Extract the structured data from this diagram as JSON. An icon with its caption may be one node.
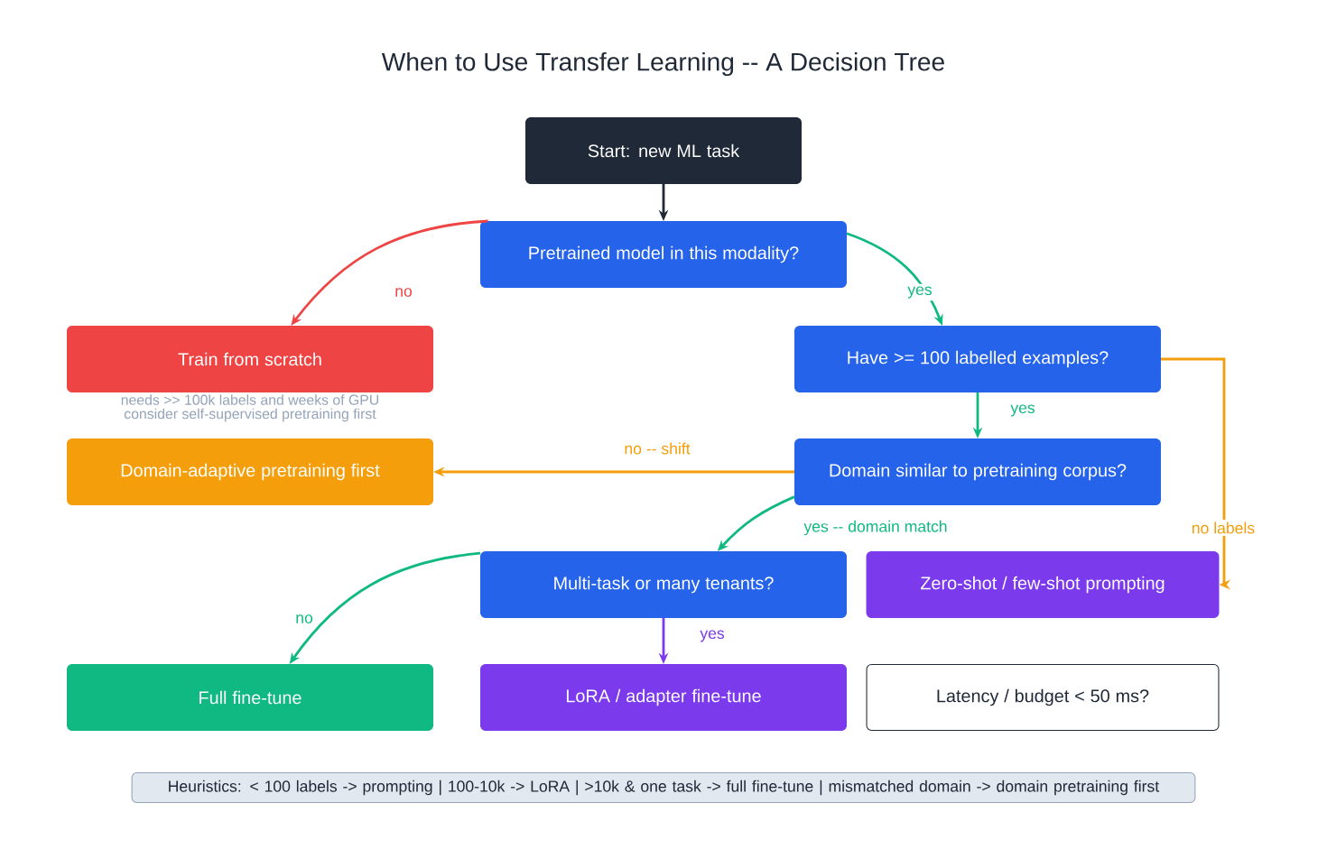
{
  "diagram": {
    "title": "When to Use Transfer Learning -- A Decision Tree",
    "nodes": [
      {
        "text": [
          "Start: new ML task"
        ]
      },
      {
        "text": [
          "Pretrained model in this modality?"
        ]
      },
      {
        "text": [
          "Train from scratch"
        ],
        "beside": [
          "needs >> 100k labels and weeks of GPU",
          "consider self-supervised pretraining first"
        ]
      },
      {
        "text": [
          "Have >= 100 labelled examples?"
        ]
      },
      {
        "text": [
          "Domain-adaptive pretraining first"
        ]
      },
      {
        "text": [
          "Domain similar to pretraining corpus?"
        ]
      },
      {
        "text": [
          "Multi-task or many tenants?"
        ]
      },
      {
        "text": [
          "Zero-shot / few-shot prompting"
        ]
      },
      {
        "text": [
          "Latency / budget < 50 ms?"
        ]
      },
      {
        "text": [
          "Full fine-tune"
        ]
      },
      {
        "text": [
          "LoRA / adapter fine-tune"
        ]
      },
      {
        "text": [
          "Heuristics: < 100 labels -> prompting | 100-10k -> LoRA | >10k & one task -> full fine-tune | mismatched domain -> domain pretraining first"
        ]
      }
    ],
    "edges": [
      {
        "from": 0,
        "to": 1,
        "arrow": "to",
        "color": "#1f2937"
      },
      {
        "from": 1,
        "to": 2,
        "arrow": "to",
        "label": "no",
        "color": "#ef4444"
      },
      {
        "from": 1,
        "to": 3,
        "arrow": "to",
        "label": "yes",
        "color": "#10b981"
      },
      {
        "from": 3,
        "to": 5,
        "arrow": "to",
        "label": "yes",
        "color": "#10b981"
      },
      {
        "from": 3,
        "to": 7,
        "arrow": "to",
        "label": "no labels",
        "color": "#f59e0b"
      },
      {
        "from": 5,
        "to": 4,
        "arrow": "to",
        "label": "no -- shift",
        "color": "#f59e0b"
      },
      {
        "from": 5,
        "to": 6,
        "arrow": "to",
        "label": "yes -- domain match",
        "color": "#10b981"
      },
      {
        "from": 6,
        "to": 9,
        "arrow": "to",
        "label": "no",
        "color": "#10b981"
      },
      {
        "from": 6,
        "to": 10,
        "arrow": "to",
        "label": "yes",
        "color": "#7c3aed"
      }
    ]
  }
}
